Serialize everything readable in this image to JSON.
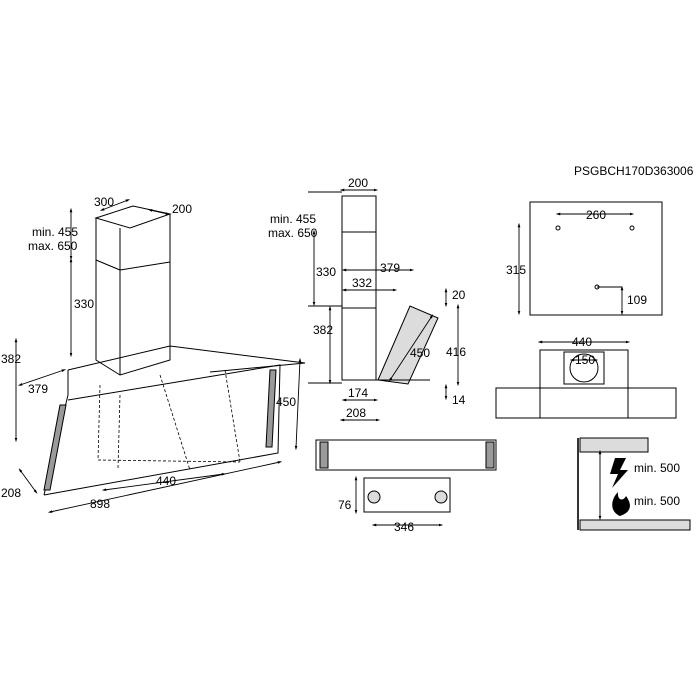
{
  "product_code": "PSGBCH170D363006",
  "views": {
    "front": {
      "dims": {
        "duct_width": "300",
        "duct_depth": "200",
        "duct_min": "min. 455",
        "duct_max": "max. 650",
        "duct_lower": "330",
        "canopy_height": "382",
        "canopy_depth": "379",
        "glass_height": "450",
        "base_depth": "208",
        "inner_width": "440",
        "total_width": "898"
      }
    },
    "side": {
      "dims": {
        "top": "200",
        "min": "min. 455",
        "max": "max. 650",
        "upper": "330",
        "lower": "382",
        "offset1": "379",
        "offset2": "332",
        "gap_top": "20",
        "glass": "450",
        "height": "416",
        "gap_bottom": "14",
        "d174": "174",
        "d208": "208"
      }
    },
    "wall_plate": {
      "dims": {
        "holes": "260",
        "height": "315",
        "hole_low": "109"
      }
    },
    "top_view": {
      "dims": {
        "width": "440",
        "duct": "150"
      }
    },
    "bottom_view": {
      "dims": {
        "height": "76",
        "width": "346"
      }
    },
    "install": {
      "electric": "min. 500",
      "gas": "min. 500"
    }
  }
}
